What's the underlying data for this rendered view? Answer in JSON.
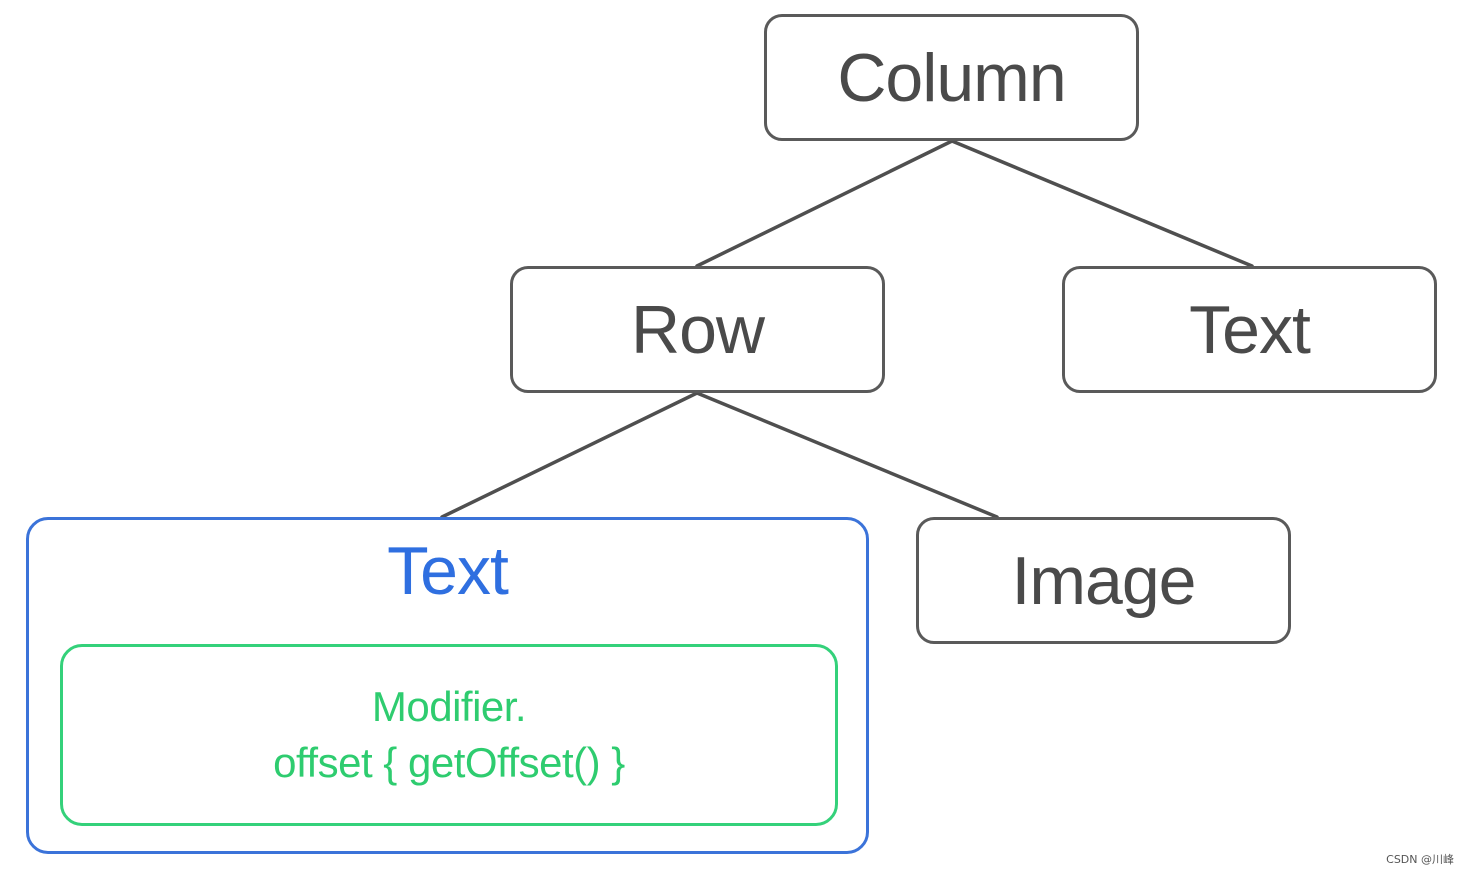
{
  "tree": {
    "root": {
      "label": "Column"
    },
    "row": {
      "label": "Row"
    },
    "text_right": {
      "label": "Text"
    },
    "image": {
      "label": "Image"
    },
    "selected_text": {
      "label": "Text",
      "modifier_line1": "Modifier.",
      "modifier_line2": "offset { getOffset() }"
    }
  },
  "colors": {
    "node_border": "#5a5a5a",
    "node_text": "#4a4a4a",
    "highlight_border": "#3b73d9",
    "highlight_text": "#2f6fe0",
    "modifier_border": "#34d17a",
    "modifier_text": "#2ecc6f"
  },
  "watermark": "CSDN @川峰"
}
